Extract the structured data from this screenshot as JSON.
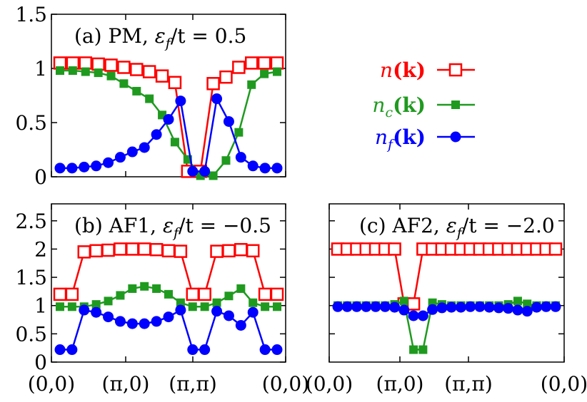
{
  "chart_data": [
    {
      "type": "line",
      "panel": "a",
      "title": "(a) PM, εf/t = 0.5",
      "title_parts": {
        "prefix": "(a) PM, ",
        "sym": "ε",
        "sub": "f",
        "suffix": "/t = 0.5"
      },
      "ylim": [
        0,
        1.5
      ],
      "yticks": [
        0,
        0.5,
        1,
        1.5
      ],
      "ytick_labels": [
        "0",
        "0.5",
        "1",
        "1.5"
      ],
      "xlim": [
        0,
        27
      ],
      "xticks": [
        0,
        9,
        18,
        27
      ],
      "grid": false,
      "series": [
        {
          "key": "n",
          "color": "#ff0000",
          "marker": "open-square",
          "values": [
            1.05,
            1.05,
            1.05,
            1.04,
            1.03,
            1.01,
            0.99,
            0.97,
            0.93,
            0.87,
            0.05,
            0.05,
            0.86,
            0.92,
            1.01,
            1.05,
            1.05,
            1.05
          ],
          "x": [
            0,
            1,
            2,
            3,
            4,
            5,
            6,
            7,
            8,
            9,
            10,
            11,
            12,
            13,
            14,
            15,
            16,
            17
          ]
        },
        {
          "key": "nc",
          "color": "#1f9a1f",
          "marker": "filled-square",
          "values": [
            0.98,
            0.98,
            0.97,
            0.96,
            0.93,
            0.86,
            0.79,
            0.72,
            0.57,
            0.32,
            0.16,
            0.01,
            0.01,
            0.15,
            0.41,
            0.85,
            0.95,
            0.97
          ],
          "x": [
            0,
            1,
            2,
            3,
            4,
            5,
            6,
            7,
            8,
            9,
            10,
            11,
            12,
            13,
            14,
            15,
            16,
            17
          ]
        },
        {
          "key": "nf",
          "color": "#0000ff",
          "marker": "filled-circle",
          "values": [
            0.08,
            0.08,
            0.09,
            0.1,
            0.13,
            0.18,
            0.23,
            0.27,
            0.39,
            0.53,
            0.7,
            0.05,
            0.05,
            0.72,
            0.51,
            0.18,
            0.1,
            0.08,
            0.08
          ],
          "x": [
            0,
            1,
            2,
            3,
            4,
            5,
            6,
            7,
            8,
            9,
            10,
            11,
            12,
            13,
            14,
            15,
            16,
            17,
            18
          ]
        }
      ]
    },
    {
      "type": "line",
      "panel": "b",
      "title": "(b) AF1, εf/t = −0.5",
      "title_parts": {
        "prefix": "(b) AF1, ",
        "sym": "ε",
        "sub": "f",
        "suffix": "/t = −0.5"
      },
      "ylim": [
        0,
        2.8
      ],
      "yticks": [
        0,
        0.5,
        1,
        1.5,
        2,
        2.5
      ],
      "ytick_labels": [
        "0",
        "0.5",
        "1",
        "1.5",
        "2",
        "2.5"
      ],
      "xticks": [
        0,
        9,
        18,
        27
      ],
      "xtick_labels": [
        "(0,0)",
        "(π,0)",
        "(π,π)",
        "(0,0)"
      ],
      "grid": false,
      "series": [
        {
          "key": "n",
          "color": "#ff0000",
          "marker": "open-square",
          "values": [
            1.2,
            1.2,
            1.95,
            1.97,
            1.98,
            2.0,
            2.0,
            2.0,
            1.99,
            1.97,
            1.96,
            1.2,
            1.2,
            1.96,
            1.97,
            1.99,
            1.97,
            1.2,
            1.2
          ],
          "x": [
            0,
            1,
            2,
            3,
            4,
            5,
            6,
            7,
            8,
            9,
            10,
            11,
            12,
            13,
            14,
            15,
            16,
            17,
            18
          ]
        },
        {
          "key": "nc",
          "color": "#1f9a1f",
          "marker": "filled-square",
          "values": [
            0.98,
            0.98,
            0.98,
            1.02,
            1.08,
            1.18,
            1.3,
            1.34,
            1.3,
            1.2,
            1.05,
            0.98,
            0.98,
            1.05,
            1.17,
            1.3,
            1.05,
            0.98,
            0.98
          ],
          "x": [
            0,
            1,
            2,
            3,
            4,
            5,
            6,
            7,
            8,
            9,
            10,
            11,
            12,
            13,
            14,
            15,
            16,
            17,
            18
          ]
        },
        {
          "key": "nf",
          "color": "#0000ff",
          "marker": "filled-circle",
          "values": [
            0.22,
            0.22,
            0.92,
            0.88,
            0.8,
            0.72,
            0.68,
            0.68,
            0.72,
            0.8,
            0.92,
            0.22,
            0.22,
            0.9,
            0.82,
            0.65,
            0.88,
            0.22,
            0.22
          ],
          "x": [
            0,
            1,
            2,
            3,
            4,
            5,
            6,
            7,
            8,
            9,
            10,
            11,
            12,
            13,
            14,
            15,
            16,
            17,
            18
          ]
        }
      ]
    },
    {
      "type": "line",
      "panel": "c",
      "title": "(c) AF2, εf/t = −2.0",
      "title_parts": {
        "prefix": "(c) AF2, ",
        "sym": "ε",
        "sub": "f",
        "suffix": "/t = −2.0"
      },
      "ylim": [
        0,
        2.8
      ],
      "xticks": [
        0,
        9,
        18,
        27
      ],
      "xtick_labels": [
        "(0,0)",
        "(π,0)",
        "(π,π)",
        "(0,0)"
      ],
      "grid": false,
      "series": [
        {
          "key": "n",
          "color": "#ff0000",
          "marker": "open-square",
          "values": [
            2,
            2,
            2,
            2,
            2,
            2,
            2,
            1.03,
            1.03,
            2,
            2,
            2,
            2,
            2,
            2,
            2,
            2,
            2,
            2,
            2,
            2,
            2,
            2,
            2
          ],
          "x": [
            0,
            1,
            2,
            3,
            4,
            5,
            6,
            7,
            8,
            9,
            10,
            11,
            12,
            13,
            14,
            15,
            16,
            17,
            18,
            19,
            20,
            21,
            22,
            23
          ]
        },
        {
          "key": "nc",
          "color": "#1f9a1f",
          "marker": "filled-square",
          "values": [
            1,
            1,
            1,
            1,
            1,
            1,
            1.02,
            1.08,
            0.22,
            0.22,
            1.05,
            1.02,
            1,
            1,
            1,
            1,
            1,
            1,
            1.02,
            1.08,
            1.03,
            1,
            1,
            1
          ],
          "x": [
            0,
            1,
            2,
            3,
            4,
            5,
            6,
            7,
            8,
            9,
            10,
            11,
            12,
            13,
            14,
            15,
            16,
            17,
            18,
            19,
            20,
            21,
            22,
            23
          ]
        },
        {
          "key": "nf",
          "color": "#0000ff",
          "marker": "filled-circle",
          "values": [
            0.98,
            0.98,
            0.98,
            0.98,
            0.98,
            0.98,
            0.97,
            0.92,
            0.82,
            0.82,
            0.93,
            0.96,
            0.97,
            0.97,
            0.98,
            0.98,
            0.97,
            0.96,
            0.95,
            0.92,
            0.9,
            0.97,
            0.98,
            0.98
          ],
          "x": [
            0,
            1,
            2,
            3,
            4,
            5,
            6,
            7,
            8,
            9,
            10,
            11,
            12,
            13,
            14,
            15,
            16,
            17,
            18,
            19,
            20,
            21,
            22,
            23
          ]
        }
      ]
    }
  ],
  "legend": {
    "placement": "top-right",
    "entries": [
      {
        "key": "n",
        "base": "n",
        "sub": "",
        "arg": "(k)",
        "color": "#ff0000",
        "marker": "open-square"
      },
      {
        "key": "nc",
        "base": "n",
        "sub": "c",
        "arg": "(k)",
        "color": "#1f9a1f",
        "marker": "filled-square"
      },
      {
        "key": "nf",
        "base": "n",
        "sub": "f",
        "arg": "(k)",
        "color": "#0000ff",
        "marker": "filled-circle"
      }
    ]
  }
}
